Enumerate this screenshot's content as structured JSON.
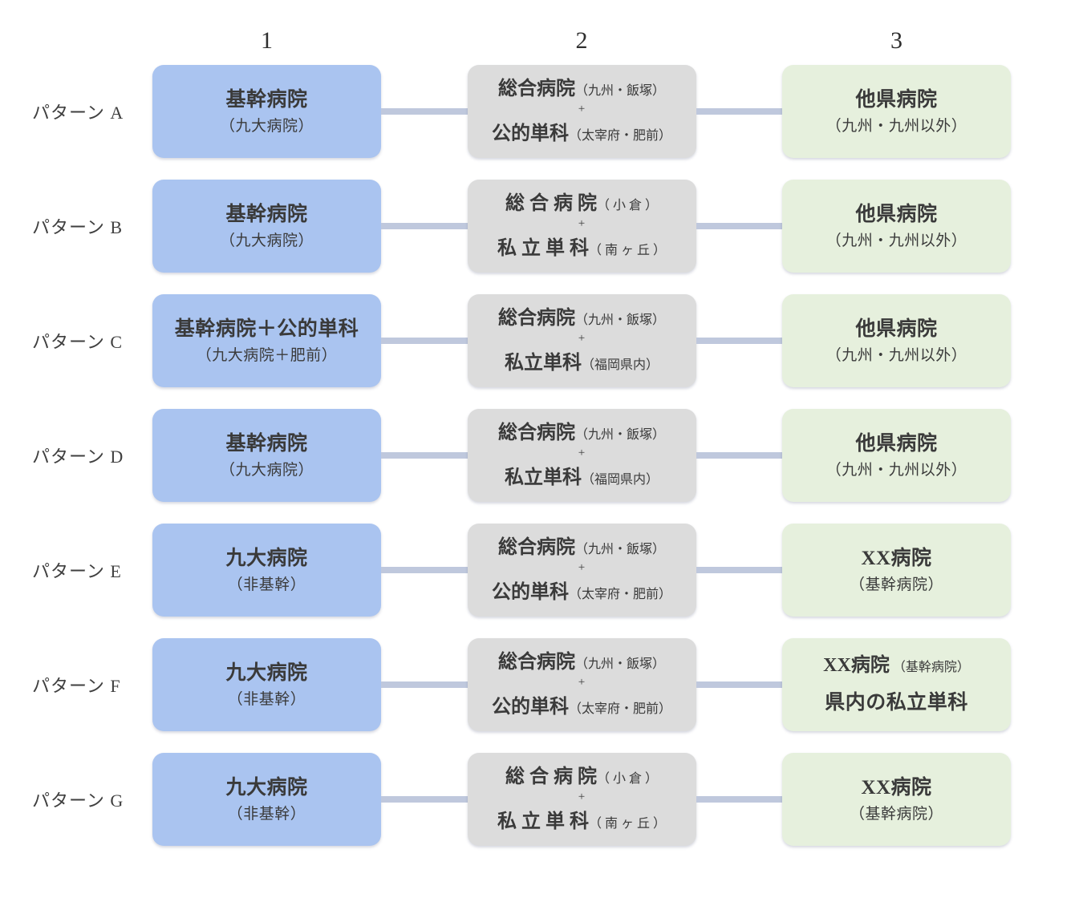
{
  "header": {
    "cols": [
      "1",
      "2",
      "3"
    ]
  },
  "colors": {
    "blue_box": "#aac4f0",
    "gray_box": "#dcdcdc",
    "green_box": "#e6f0dd",
    "connector": "#bfc8dd",
    "text": "#3a3a3a"
  },
  "rows": [
    {
      "label": "パターン A",
      "box1": {
        "lines": [
          {
            "t": "title",
            "text": "基幹病院"
          },
          {
            "t": "subtitle",
            "text": "（九大病院）"
          }
        ]
      },
      "box2": {
        "lines": [
          {
            "t": "combo",
            "main": "総合病院",
            "sub": "（九州・飯塚）"
          },
          {
            "t": "plus",
            "text": "+"
          },
          {
            "t": "combo",
            "main": "公的単科",
            "sub": "（太宰府・肥前）"
          }
        ]
      },
      "box3": {
        "lines": [
          {
            "t": "title",
            "text": "他県病院"
          },
          {
            "t": "subtitle",
            "text": "（九州・九州以外）"
          }
        ]
      }
    },
    {
      "label": "パターン B",
      "box1": {
        "lines": [
          {
            "t": "title",
            "text": "基幹病院"
          },
          {
            "t": "subtitle",
            "text": "（九大病院）"
          }
        ]
      },
      "box2": {
        "lines": [
          {
            "t": "combo",
            "main": "総 合 病 院",
            "sub": "（ 小 倉 ）"
          },
          {
            "t": "plus",
            "text": "+"
          },
          {
            "t": "combo",
            "main": "私 立 単 科",
            "sub": "（ 南 ヶ 丘 ）"
          }
        ]
      },
      "box3": {
        "lines": [
          {
            "t": "title",
            "text": "他県病院"
          },
          {
            "t": "subtitle",
            "text": "（九州・九州以外）"
          }
        ]
      }
    },
    {
      "label": "パターン C",
      "box1": {
        "lines": [
          {
            "t": "title",
            "text": "基幹病院＋公的単科"
          },
          {
            "t": "subtitle",
            "text": "（九大病院＋肥前）"
          }
        ]
      },
      "box2": {
        "lines": [
          {
            "t": "combo",
            "main": "総合病院",
            "sub": "（九州・飯塚）"
          },
          {
            "t": "plus",
            "text": "+"
          },
          {
            "t": "combo",
            "main": "私立単科",
            "sub": "（福岡県内）"
          }
        ]
      },
      "box3": {
        "lines": [
          {
            "t": "title",
            "text": "他県病院"
          },
          {
            "t": "subtitle",
            "text": "（九州・九州以外）"
          }
        ]
      }
    },
    {
      "label": "パターン D",
      "box1": {
        "lines": [
          {
            "t": "title",
            "text": "基幹病院"
          },
          {
            "t": "subtitle",
            "text": "（九大病院）"
          }
        ]
      },
      "box2": {
        "lines": [
          {
            "t": "combo",
            "main": "総合病院",
            "sub": "（九州・飯塚）"
          },
          {
            "t": "plus",
            "text": "+"
          },
          {
            "t": "combo",
            "main": "私立単科",
            "sub": "（福岡県内）"
          }
        ]
      },
      "box3": {
        "lines": [
          {
            "t": "title",
            "text": "他県病院"
          },
          {
            "t": "subtitle",
            "text": "（九州・九州以外）"
          }
        ]
      }
    },
    {
      "label": "パターン E",
      "box1": {
        "lines": [
          {
            "t": "title",
            "text": "九大病院"
          },
          {
            "t": "subtitle",
            "text": "（非基幹）"
          }
        ]
      },
      "box2": {
        "lines": [
          {
            "t": "combo",
            "main": "総合病院",
            "sub": "（九州・飯塚）"
          },
          {
            "t": "plus",
            "text": "+"
          },
          {
            "t": "combo",
            "main": "公的単科",
            "sub": "（太宰府・肥前）"
          }
        ]
      },
      "box3": {
        "lines": [
          {
            "t": "title",
            "text": "XX病院"
          },
          {
            "t": "subtitle",
            "text": "（基幹病院）"
          }
        ]
      }
    },
    {
      "label": "パターン F",
      "box1": {
        "lines": [
          {
            "t": "title",
            "text": "九大病院"
          },
          {
            "t": "subtitle",
            "text": "（非基幹）"
          }
        ]
      },
      "box2": {
        "lines": [
          {
            "t": "combo",
            "main": "総合病院",
            "sub": "（九州・飯塚）"
          },
          {
            "t": "plus",
            "text": "+"
          },
          {
            "t": "combo",
            "main": "公的単科",
            "sub": "（太宰府・肥前）"
          }
        ]
      },
      "box3": {
        "lines": [
          {
            "t": "combo",
            "main": "XX病院",
            "sub": " （基幹病院）"
          },
          {
            "t": "title",
            "text": "県内の私立単科"
          }
        ]
      }
    },
    {
      "label": "パターン G",
      "box1": {
        "lines": [
          {
            "t": "title",
            "text": "九大病院"
          },
          {
            "t": "subtitle",
            "text": "（非基幹）"
          }
        ]
      },
      "box2": {
        "lines": [
          {
            "t": "combo",
            "main": "総 合 病 院",
            "sub": "（ 小 倉 ）"
          },
          {
            "t": "plus",
            "text": "+"
          },
          {
            "t": "combo",
            "main": "私 立 単 科",
            "sub": "（ 南 ヶ 丘 ）"
          }
        ]
      },
      "box3": {
        "lines": [
          {
            "t": "title",
            "text": "XX病院"
          },
          {
            "t": "subtitle",
            "text": "（基幹病院）"
          }
        ]
      }
    }
  ]
}
